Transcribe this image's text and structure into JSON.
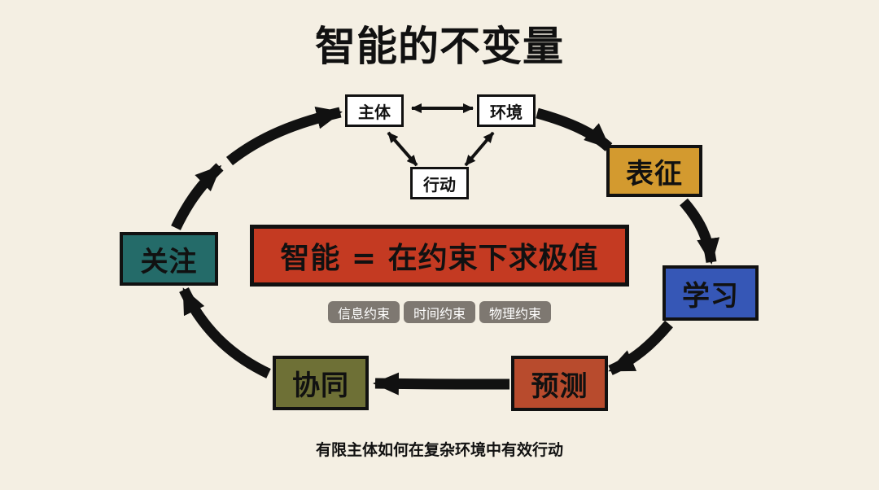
{
  "title": "智能的不变量",
  "core_triangle": {
    "agent": "主体",
    "environment": "环境",
    "action": "行动"
  },
  "cycle_stages": [
    {
      "id": "representation",
      "label": "表征",
      "color": "#d39a2f"
    },
    {
      "id": "learning",
      "label": "学习",
      "color": "#3657b6"
    },
    {
      "id": "prediction",
      "label": "预测",
      "color": "#b84b2d"
    },
    {
      "id": "coordination",
      "label": "协同",
      "color": "#6e7036"
    },
    {
      "id": "attention",
      "label": "关注",
      "color": "#246b69"
    }
  ],
  "center_formula": "智能 = 在约束下求极值",
  "constraints": [
    "信息约束",
    "时间约束",
    "物理约束"
  ],
  "caption": "有限主体如何在复杂环境中有效行动",
  "colors": {
    "background": "#f4efe3",
    "outline": "#111111",
    "formula_fill": "#c43a22",
    "chip_fill": "#7e7871"
  }
}
